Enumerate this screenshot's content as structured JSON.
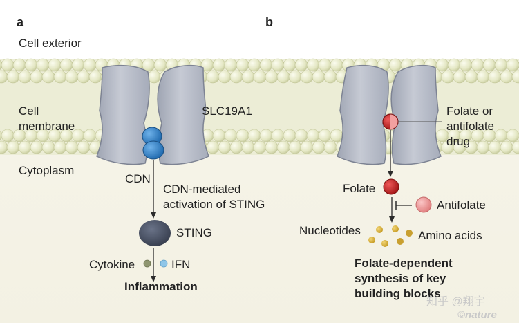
{
  "panel_a": {
    "letter": "a",
    "cell_exterior": "Cell exterior",
    "cell_membrane_line1": "Cell",
    "cell_membrane_line2": "membrane",
    "cytoplasm": "Cytoplasm",
    "transporter": "SLC19A1",
    "cdn": "CDN",
    "activation_line1": "CDN-mediated",
    "activation_line2": "activation of STING",
    "sting": "STING",
    "cytokine": "Cytokine",
    "ifn": "IFN",
    "inflammation": "Inflammation"
  },
  "panel_b": {
    "letter": "b",
    "drug_line1": "Folate or",
    "drug_line2": "antifolate",
    "drug_line3": "drug",
    "folate": "Folate",
    "antifolate": "Antifolate",
    "nucleotides": "Nucleotides",
    "amino_acids": "Amino acids",
    "result_line1": "Folate-dependent",
    "result_line2": "synthesis of key",
    "result_line3": "building blocks"
  },
  "watermark": {
    "zhihu": "知乎 @翔宇",
    "nature": "©nature"
  },
  "colors": {
    "membrane_bead": "#e6e8c8",
    "protein": "#b7bcc8",
    "cdn": "#2f7fc4",
    "sting": "#4b5467",
    "folate": "#c62828",
    "antifolate": "#eb8f8f",
    "nutrient": "#d8b43a",
    "cytokine": "#8f9670",
    "ifn": "#8fc6e8"
  }
}
